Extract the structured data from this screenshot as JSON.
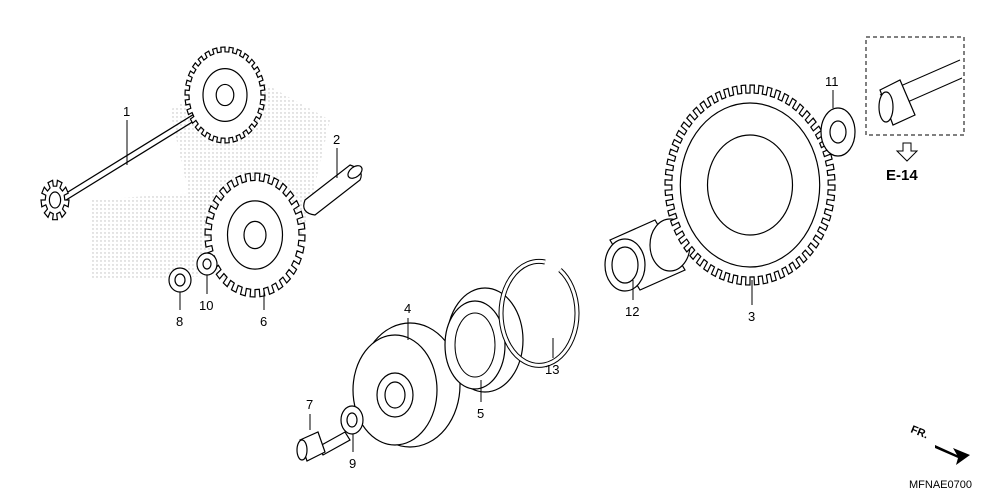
{
  "parts": [
    {
      "id": "shaft",
      "callout": "1"
    },
    {
      "id": "pin",
      "callout": "2"
    },
    {
      "id": "starter-driven-gear",
      "callout": "3"
    },
    {
      "id": "one-way-clutch-outer",
      "callout": "4"
    },
    {
      "id": "one-way-clutch",
      "callout": "5"
    },
    {
      "id": "reduction-gear",
      "callout": "6"
    },
    {
      "id": "bolt",
      "callout": "7"
    },
    {
      "id": "washer-8",
      "callout": "8"
    },
    {
      "id": "washer-9",
      "callout": "9"
    },
    {
      "id": "washer-10",
      "callout": "10"
    },
    {
      "id": "thrust-washer",
      "callout": "11"
    },
    {
      "id": "needle-bearing",
      "callout": "12"
    },
    {
      "id": "snap-ring",
      "callout": "13"
    }
  ],
  "reference": {
    "label": "E-14"
  },
  "front_indicator": {
    "label": "FR."
  },
  "diagram_code": "MFNAE0700",
  "colors": {
    "line": "#000000",
    "watermark": "#b5b5b5",
    "background": "#ffffff"
  }
}
